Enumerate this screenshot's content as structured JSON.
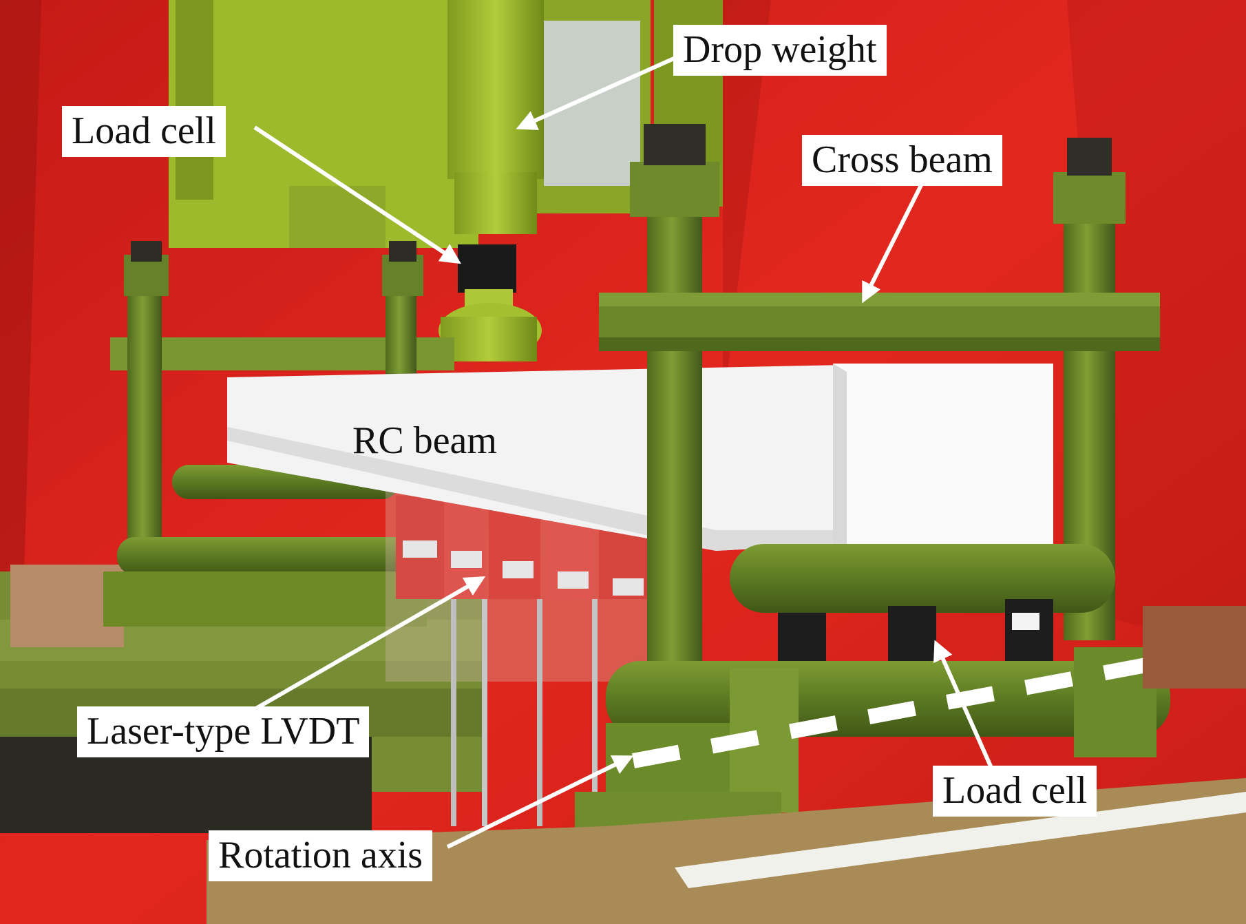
{
  "figure": {
    "labels": {
      "drop_weight": "Drop weight",
      "load_cell_top": "Load cell",
      "cross_beam": "Cross beam",
      "rc_beam": "RC beam",
      "laser_lvdt": "Laser-type LVDT",
      "load_cell_bottom": "Load cell",
      "rotation_axis": "Rotation axis"
    },
    "colors": {
      "background_red": "#d8231d",
      "machine_green": "#6b8a2a",
      "drop_weight_green": "#9cba2c",
      "beam_white": "#f2f2f2",
      "floor_tan": "#a58a55",
      "label_bg": "#ffffff",
      "arrow_color": "#ffffff"
    }
  }
}
